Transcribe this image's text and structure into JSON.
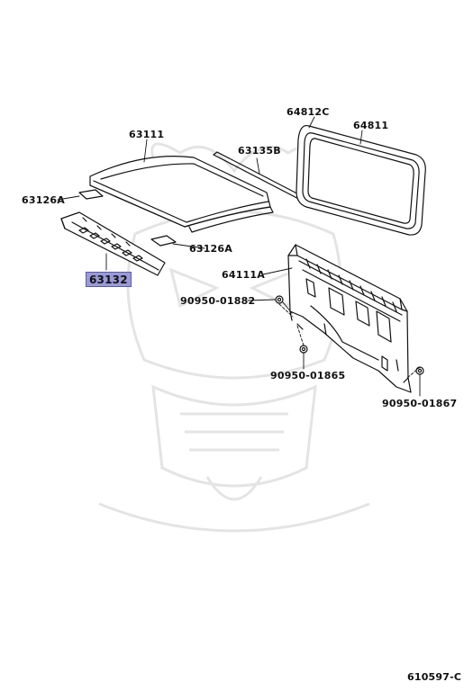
{
  "labels": {
    "p63111": "63111",
    "p64812c": "64812C",
    "p64811": "64811",
    "p63135b": "63135B",
    "p63126a_left": "63126A",
    "p63126a_right": "63126A",
    "p63132": "63132",
    "p64111a": "64111A",
    "p90950_01882": "90950-01882",
    "p90950_01865": "90950-01865",
    "p90950_01867": "90950-01867"
  },
  "diagram_code": "610597-C",
  "colors": {
    "highlight": "#9a9ad6",
    "line": "#111111",
    "watermark": "#e6e6e6"
  }
}
